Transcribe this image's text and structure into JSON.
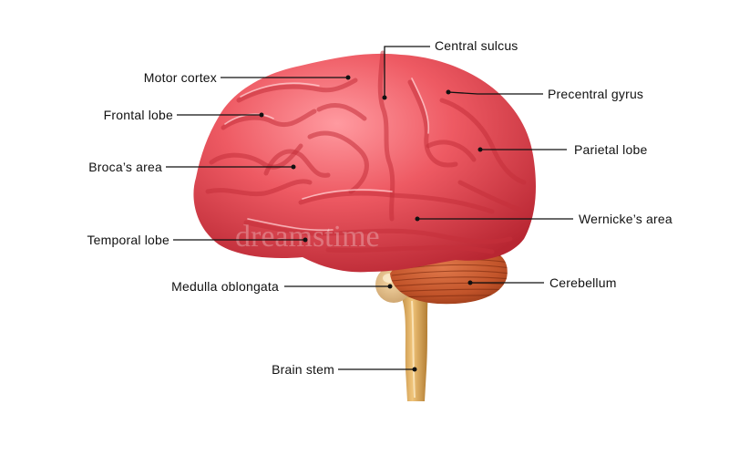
{
  "colors": {
    "cerebrum": "#ee5a63",
    "cerebrum_dark": "#c9323d",
    "cerebellum": "#c2542a",
    "brainstem": "#d9a558",
    "line": "#111111"
  },
  "watermark": "dreamstime",
  "labels": {
    "central_sulcus": "Central sulcus",
    "motor_cortex": "Motor cortex",
    "precentral_gyrus": "Precentral gyrus",
    "frontal_lobe": "Frontal lobe",
    "parietal_lobe": "Parietal lobe",
    "brocas_area": "Broca’s area",
    "wernickes_area": "Wernicke’s area",
    "temporal_lobe": "Temporal lobe",
    "medulla_oblongata": "Medulla oblongata",
    "cerebellum": "Cerebellum",
    "brain_stem": "Brain stem"
  }
}
